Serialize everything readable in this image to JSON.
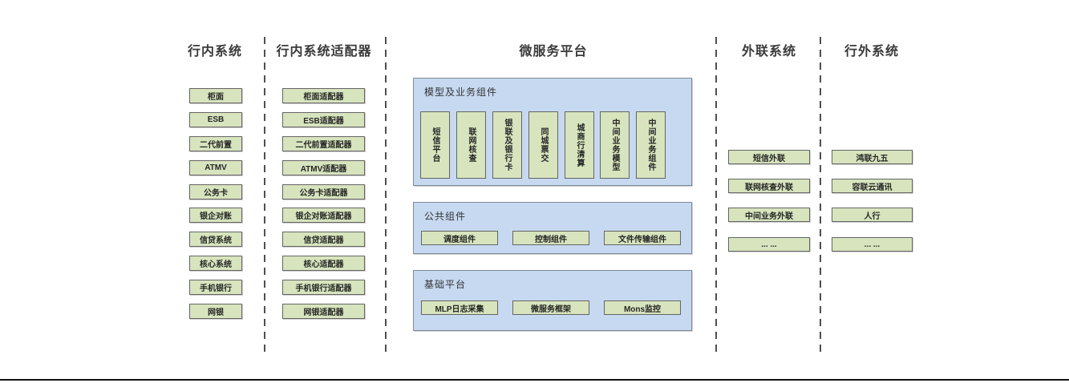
{
  "columns": {
    "internal": {
      "title": "行内系统",
      "items": [
        "柜面",
        "ESB",
        "二代前置",
        "ATMV",
        "公务卡",
        "银企对账",
        "信贷系统",
        "核心系统",
        "手机银行",
        "网银"
      ]
    },
    "adapters": {
      "title": "行内系统适配器",
      "items": [
        "柜面适配器",
        "ESB适配器",
        "二代前置适配器",
        "ATMV适配器",
        "公务卡适配器",
        "银企对账适配器",
        "信贷适配器",
        "核心适配器",
        "手机银行适配器",
        "网银适配器"
      ]
    },
    "platform": {
      "title": "微服务平台",
      "model_section": {
        "title": "模型及业务组件",
        "items": [
          "短信平台",
          "联网核查",
          "银联及银行卡",
          "同城票交",
          "城商行清算",
          "中间业务模型",
          "中间业务组件"
        ]
      },
      "common_section": {
        "title": "公共组件",
        "items": [
          "调度组件",
          "控制组件",
          "文件传输组件"
        ]
      },
      "base_section": {
        "title": "基础平台",
        "items": [
          "MLP日志采集",
          "微服务框架",
          "Mons监控"
        ]
      }
    },
    "outreach": {
      "title": "外联系统",
      "items": [
        "短信外联",
        "联网核查外联",
        "中间业务外联",
        "... ..."
      ]
    },
    "external": {
      "title": "行外系统",
      "items": [
        "鸿联九五",
        "容联云通讯",
        "人行",
        "... ..."
      ]
    }
  },
  "colors": {
    "box_green": "#d7e4bd",
    "panel_blue": "#c6d9f0",
    "box_border": "#656565",
    "panel_border": "#7f8a96",
    "divider": "#4f4f4f",
    "bottom_line": "#111111"
  }
}
